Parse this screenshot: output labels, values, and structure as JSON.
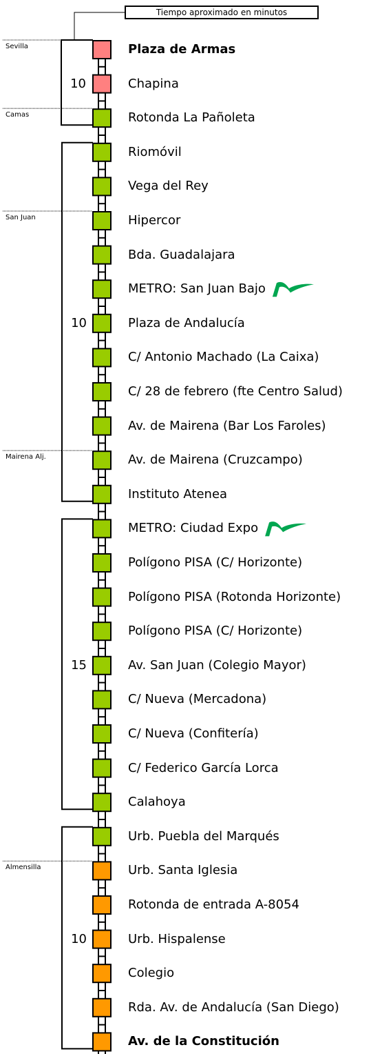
{
  "legend": "Tiempo aproximado en minutos",
  "colors": {
    "red": "#ff8080",
    "green": "#99cc00",
    "orange": "#ff9900",
    "track": "#000000"
  },
  "stops": [
    {
      "name": "Plaza de Armas",
      "color": "red",
      "bold": true
    },
    {
      "name": "Chapina",
      "color": "red"
    },
    {
      "name": "Rotonda La Pañoleta",
      "color": "green"
    },
    {
      "name": "Riomóvil",
      "color": "green"
    },
    {
      "name": "Vega del Rey",
      "color": "green"
    },
    {
      "name": "Hipercor",
      "color": "green"
    },
    {
      "name": "Bda. Guadalajara",
      "color": "green"
    },
    {
      "name": "METRO: San Juan Bajo",
      "color": "green",
      "metro": true
    },
    {
      "name": "Plaza de Andalucía",
      "color": "green"
    },
    {
      "name": "C/ Antonio Machado (La Caixa)",
      "color": "green"
    },
    {
      "name": "C/ 28 de febrero (fte Centro Salud)",
      "color": "green"
    },
    {
      "name": "Av. de Mairena (Bar Los Faroles)",
      "color": "green"
    },
    {
      "name": "Av. de Mairena (Cruzcampo)",
      "color": "green"
    },
    {
      "name": "Instituto Atenea",
      "color": "green"
    },
    {
      "name": "METRO: Ciudad Expo",
      "color": "green",
      "metro": true
    },
    {
      "name": "Polígono PISA (C/ Horizonte)",
      "color": "green"
    },
    {
      "name": "Polígono PISA (Rotonda Horizonte)",
      "color": "green"
    },
    {
      "name": "Polígono PISA (C/ Horizonte)",
      "color": "green"
    },
    {
      "name": "Av. San Juan (Colegio Mayor)",
      "color": "green"
    },
    {
      "name": "C/ Nueva (Mercadona)",
      "color": "green"
    },
    {
      "name": "C/ Nueva (Confitería)",
      "color": "green"
    },
    {
      "name": "C/ Federico García Lorca",
      "color": "green"
    },
    {
      "name": "Calahoya",
      "color": "green"
    },
    {
      "name": "Urb. Puebla del Marqués",
      "color": "green"
    },
    {
      "name": "Urb. Santa Iglesia",
      "color": "orange"
    },
    {
      "name": "Rotonda de entrada A-8054",
      "color": "orange"
    },
    {
      "name": "Urb. Hispalense",
      "color": "orange"
    },
    {
      "name": "Colegio",
      "color": "orange"
    },
    {
      "name": "Rda. Av. de Andalucía (San Diego)",
      "color": "orange"
    },
    {
      "name": "Av. de la Constitución",
      "color": "orange",
      "bold": true
    }
  ],
  "municipalities": [
    {
      "name": "Sevilla",
      "stop": 0
    },
    {
      "name": "Camas",
      "stop": 2
    },
    {
      "name": "San Juan",
      "stop": 5
    },
    {
      "name": "Mairena Alj.",
      "stop": 12
    },
    {
      "name": "Almensilla",
      "stop": 24
    }
  ],
  "segments": [
    {
      "from": 0,
      "to": 2,
      "minutes": "10",
      "label_stop": 1
    },
    {
      "from": 3,
      "to": 13,
      "minutes": "10",
      "label_stop": 8
    },
    {
      "from": 14,
      "to": 22,
      "minutes": "15",
      "label_stop": 18
    },
    {
      "from": 23,
      "to": 29,
      "minutes": "10",
      "label_stop": 26
    }
  ]
}
